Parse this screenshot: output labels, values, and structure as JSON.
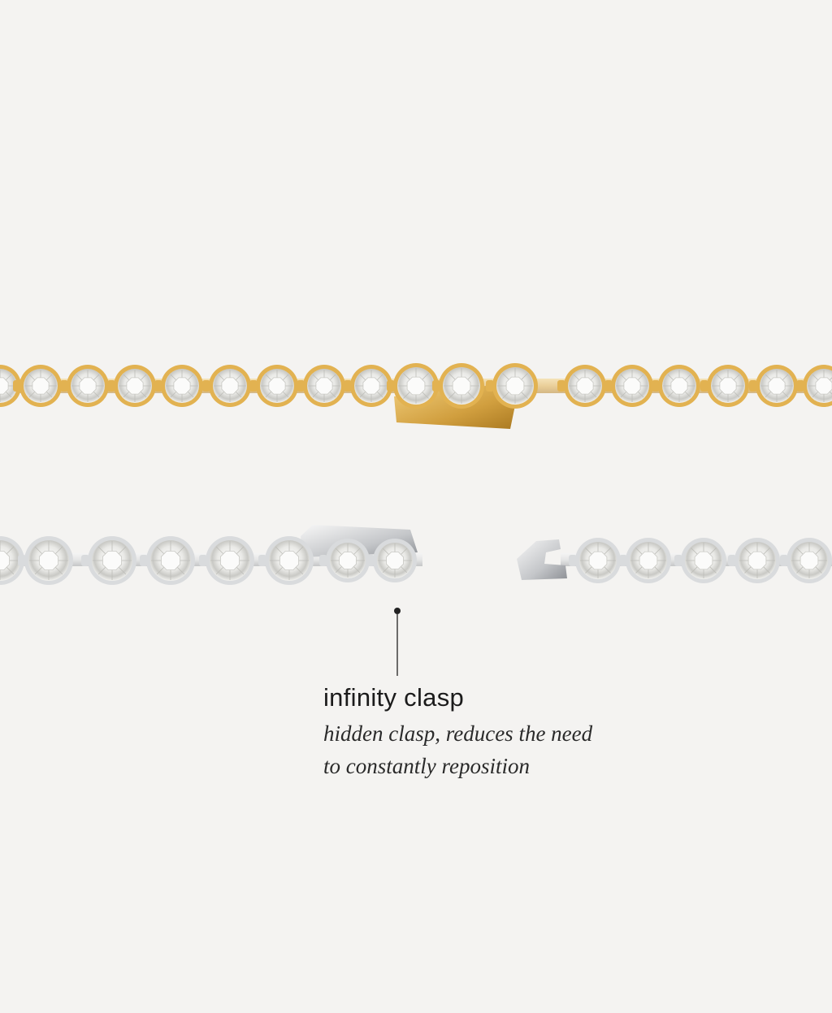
{
  "callout": {
    "title": "infinity clasp",
    "description_line1": "hidden clasp, reduces the need",
    "description_line2": "to constantly reposition"
  },
  "colors": {
    "background": "#f4f3f1",
    "gold_metal": "#e2b251",
    "gold_dark": "#b9862c",
    "silver_metal": "#d9dbdd",
    "silver_dark": "#9ea1a5",
    "stone": "#f7f7f5",
    "leader_line": "#222222"
  },
  "icons": {
    "gold_bracelet": "gold-tennis-bracelet",
    "silver_bracelet": "silver-tennis-bracelet",
    "clasp": "infinity-clasp-icon"
  }
}
